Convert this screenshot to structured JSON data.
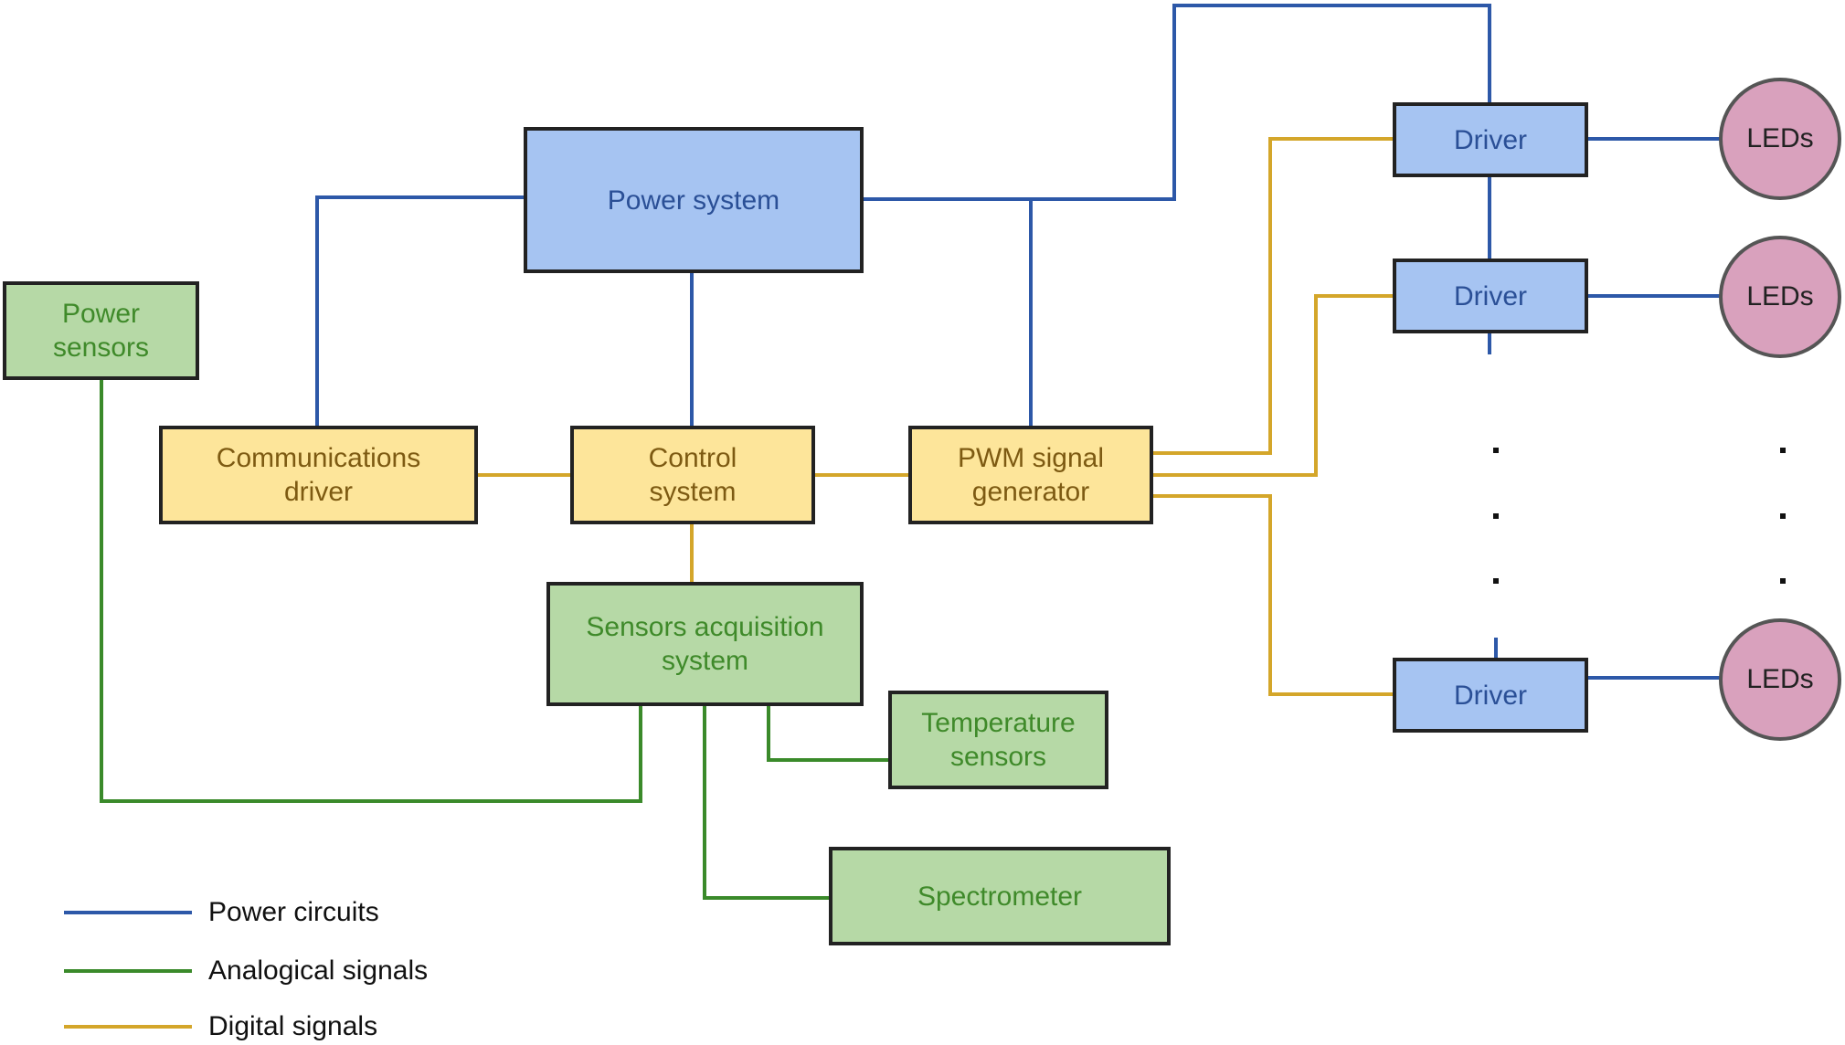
{
  "colors": {
    "power_line": "#2d58a8",
    "analog_line": "#3a8a2a",
    "digital_line": "#d4a62a",
    "power_fill": "#a6c4f2",
    "digital_fill": "#fde59a",
    "analog_fill": "#b6d9a6",
    "led_fill": "#d9a1bd"
  },
  "nodes": {
    "power_system": "Power system",
    "power_sensors": "Power\nsensors",
    "communications_driver": "Communications\ndriver",
    "control_system": "Control\nsystem",
    "pwm_generator": "PWM signal\ngenerator",
    "sensors_acquisition": "Sensors acquisition\nsystem",
    "temperature_sensors": "Temperature\nsensors",
    "spectrometer": "Spectrometer",
    "driver_1": "Driver",
    "driver_2": "Driver",
    "driver_3": "Driver",
    "leds_1": "LEDs",
    "leds_2": "LEDs",
    "leds_3": "LEDs"
  },
  "legend": [
    {
      "label": "Power circuits",
      "color": "#2d58a8"
    },
    {
      "label": "Analogical signals",
      "color": "#3a8a2a"
    },
    {
      "label": "Digital signals",
      "color": "#d4a62a"
    }
  ]
}
